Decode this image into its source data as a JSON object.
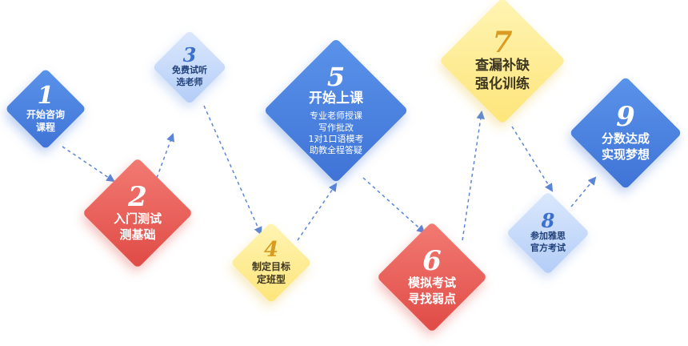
{
  "steps": [
    {
      "number": "1",
      "label_lines": [
        "开始咨询",
        "课程"
      ]
    },
    {
      "number": "2",
      "label_lines": [
        "入门测试",
        "测基础"
      ]
    },
    {
      "number": "3",
      "label_lines": [
        "免费试听",
        "选老师"
      ]
    },
    {
      "number": "4",
      "label_lines": [
        "制定目标",
        "定班型"
      ]
    },
    {
      "number": "5",
      "label_lines": [
        "开始上课"
      ],
      "detail_lines": [
        "专业老师授课",
        "写作批改",
        "1对1口语模考",
        "助教全程答疑"
      ]
    },
    {
      "number": "6",
      "label_lines": [
        "模拟考试",
        "寻找弱点"
      ]
    },
    {
      "number": "7",
      "label_lines": [
        "查漏补缺",
        "强化训练"
      ]
    },
    {
      "number": "8",
      "label_lines": [
        "参加雅思",
        "官方考试"
      ]
    },
    {
      "number": "9",
      "label_lines": [
        "分数达成",
        "实现梦想"
      ]
    }
  ],
  "colors": {
    "blue": "#4a80e0",
    "light_blue": "#c6daf9",
    "red": "#e8574f",
    "yellow": "#fde98c",
    "connector": "#5b86d6"
  }
}
